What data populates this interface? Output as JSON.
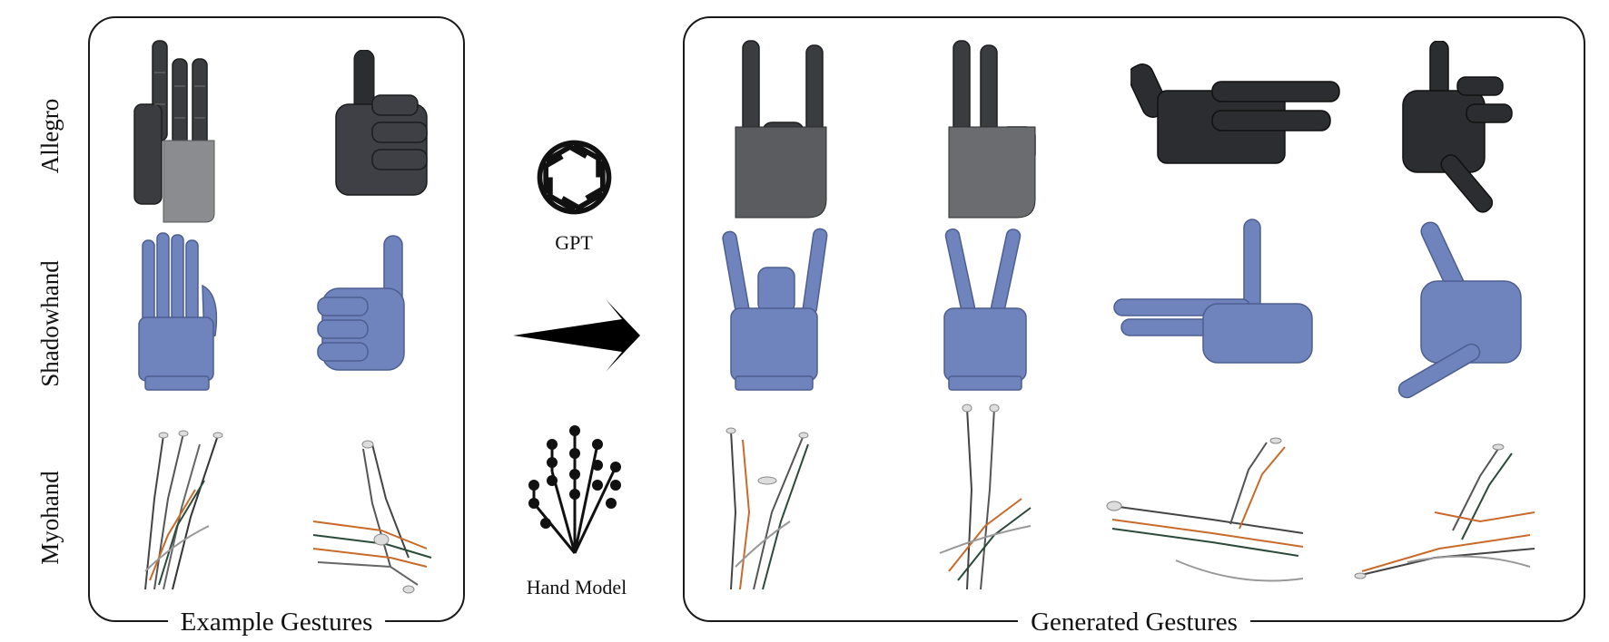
{
  "left_panel": {
    "caption": "Example Gestures"
  },
  "right_panel": {
    "caption": "Generated Gestures"
  },
  "rows": [
    {
      "label": "Allegro",
      "color": "#3a3c40"
    },
    {
      "label": "Shadowhand",
      "color": "#6f83bd"
    },
    {
      "label": "Myohand",
      "color": "#8a8a8a"
    }
  ],
  "middle": {
    "gpt_label": "GPT",
    "hand_model_label": "Hand Model",
    "arrow_color": "#000000"
  },
  "icons": [
    "gpt-logo-icon",
    "hand-model-icon",
    "arrow-right-icon"
  ]
}
